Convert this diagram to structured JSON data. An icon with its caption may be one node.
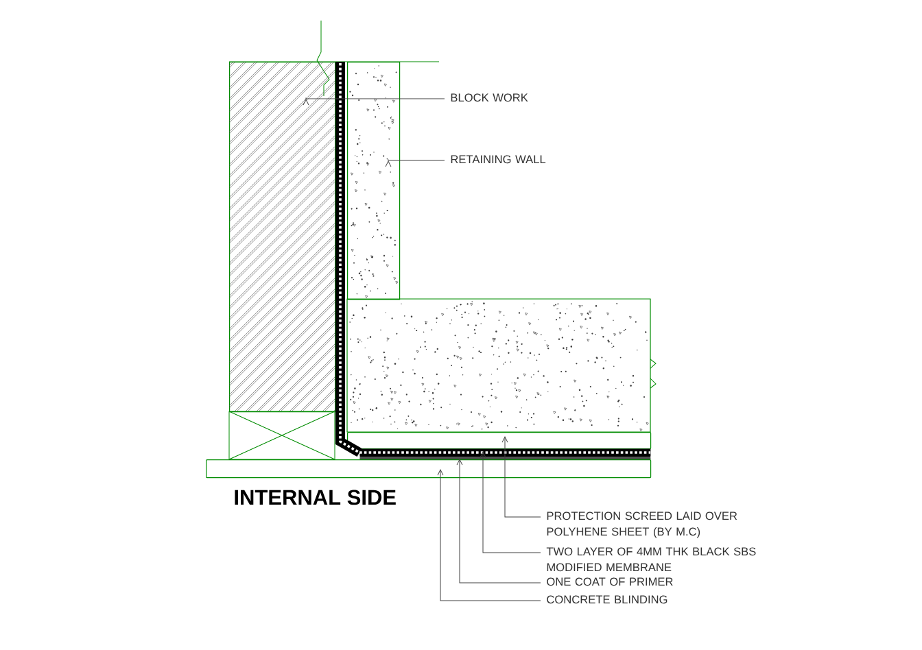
{
  "diagram": {
    "nodes": [
      {
        "text": [
          "BLOCK WORK"
        ]
      },
      {
        "text": [],
        "shape": "box"
      },
      {
        "text": [
          "RETAINING WALL"
        ]
      },
      {
        "text": [],
        "shape": "box"
      },
      {
        "text": [
          "PROTECTION SCREED LAID OVER POLYHENE SHEET (BY M.C)"
        ]
      },
      {
        "text": [],
        "shape": "bar"
      },
      {
        "text": [
          "TWO LAYER OF 4MM THK BLACK SBS MODIFIED MEMBRANE"
        ]
      },
      {
        "text": [],
        "shape": "bar"
      },
      {
        "text": [
          "ONE COAT OF PRIMER"
        ]
      },
      {
        "text": [],
        "shape": "bar"
      },
      {
        "text": [
          "CONCRETE BLINDING"
        ]
      },
      {
        "text": [],
        "shape": "bar"
      }
    ],
    "edges": [
      {
        "from": 0,
        "to": 1,
        "arrow": "to"
      },
      {
        "from": 2,
        "to": 3,
        "arrow": "to"
      },
      {
        "from": 4,
        "to": 5,
        "arrow": "to"
      },
      {
        "from": 6,
        "to": 7,
        "arrow": "to"
      },
      {
        "from": 8,
        "to": 9,
        "arrow": "to"
      },
      {
        "from": 10,
        "to": 11,
        "arrow": "to"
      }
    ],
    "labels": [
      "INTERNAL SIDE"
    ]
  }
}
